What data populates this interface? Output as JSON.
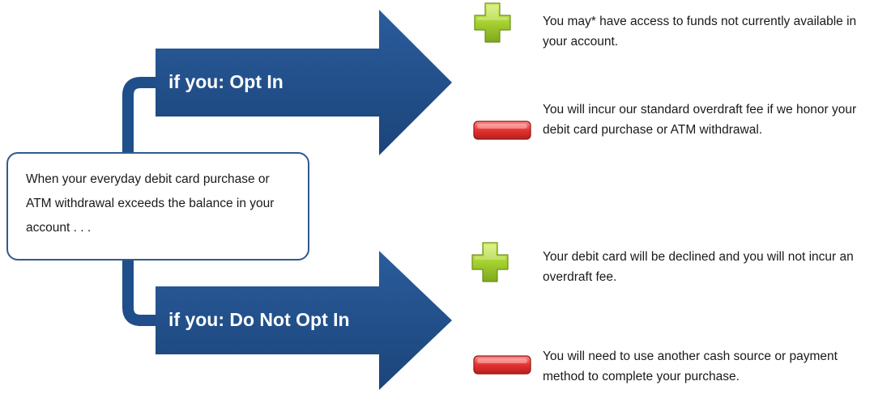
{
  "scenario": {
    "text": "When your everyday debit card purchase or ATM withdrawal exceeds the balance in your account . . ."
  },
  "opt_in": {
    "label": "if you: Opt In",
    "outcomes": [
      {
        "icon": "plus-icon",
        "text": "You may* have access to funds not currently available in your account."
      },
      {
        "icon": "minus-icon",
        "text": "You will incur our standard overdraft fee if we honor your debit card purchase or ATM withdrawal."
      }
    ]
  },
  "opt_out": {
    "label": "if you: Do Not Opt In",
    "outcomes": [
      {
        "icon": "plus-icon",
        "text": "Your debit card will be declined and you will not incur an overdraft fee."
      },
      {
        "icon": "minus-icon",
        "text": "You will need to use another cash source or payment method to complete your purchase."
      }
    ]
  },
  "colors": {
    "arrow": "#1f4e8a",
    "arrow_dark": "#163a69",
    "connector": "#1f4e8a",
    "plus": "#a6d12f",
    "minus": "#e63331"
  }
}
